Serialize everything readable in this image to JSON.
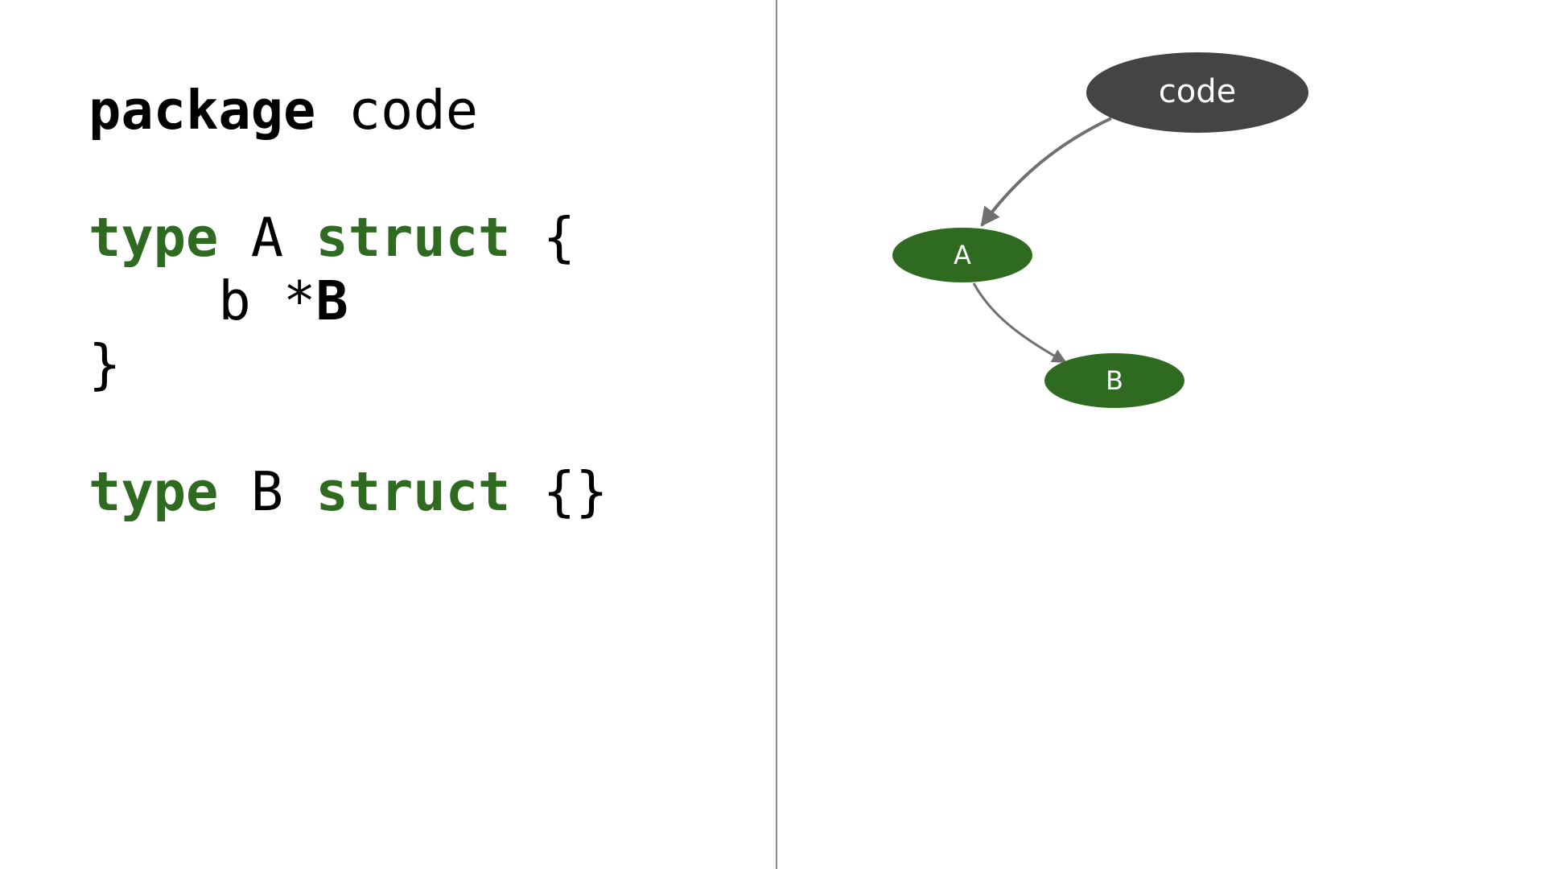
{
  "code": {
    "line1": {
      "keyword": "package",
      "rest": " code"
    },
    "line2": {
      "blank": ""
    },
    "line3": {
      "kw1": "type",
      "name": " A ",
      "kw2": "struct",
      "rest": " {"
    },
    "line4": {
      "indent": "    b *",
      "type": "B"
    },
    "line5": {
      "text": "}"
    },
    "line6": {
      "blank": ""
    },
    "line7": {
      "kw1": "type",
      "name": " B ",
      "kw2": "struct",
      "rest": " {}"
    }
  },
  "graph": {
    "colors": {
      "package_node": "#444444",
      "type_node": "#2e6a1f",
      "edge": "#707070"
    },
    "nodes": [
      {
        "id": "code",
        "label": "code",
        "kind": "package"
      },
      {
        "id": "A",
        "label": "A",
        "kind": "type"
      },
      {
        "id": "B",
        "label": "B",
        "kind": "type"
      }
    ],
    "edges": [
      {
        "from": "code",
        "to": "A"
      },
      {
        "from": "A",
        "to": "B"
      }
    ]
  }
}
